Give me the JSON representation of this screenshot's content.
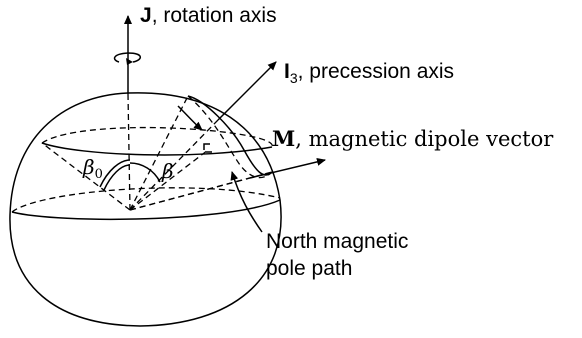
{
  "labels": {
    "rotation_symbol": "J",
    "rotation_text": ", rotation axis",
    "precession_symbol": "I",
    "precession_subscript": "3",
    "precession_text": ", precession axis",
    "dipole_symbol": "M",
    "dipole_text": ", magnetic dipole vector",
    "pole_path_line1": "North magnetic",
    "pole_path_line2": "pole path",
    "beta0_symbol": "β",
    "beta0_subscript": "0",
    "beta_symbol": "β"
  },
  "colors": {
    "ink": "#000000",
    "background": "#ffffff"
  }
}
